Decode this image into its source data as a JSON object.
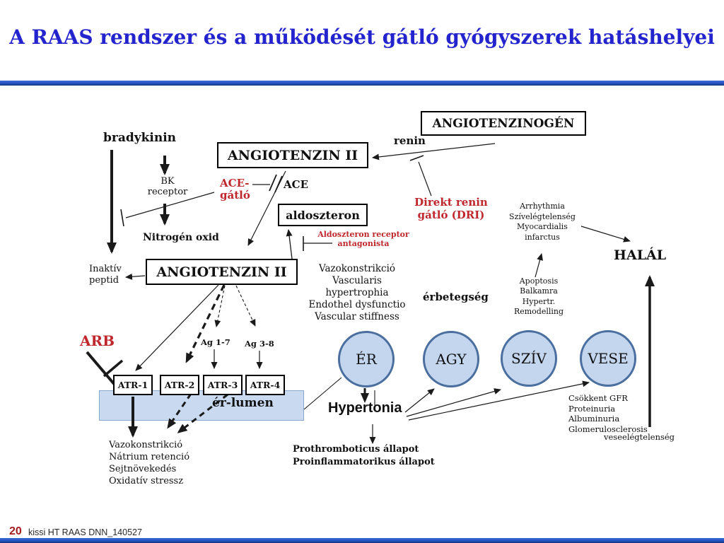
{
  "slide": {
    "title": "A RAAS rendszer és a működését gátló gyógyszerek hatáshelyei",
    "footer_number": "20",
    "footer_text": "kissi HT RAAS DNN_140527"
  },
  "colors": {
    "title_blue": "#2424cf",
    "rule_blue": "#2453c3",
    "drug_red": "#c0272d",
    "footer_red": "#a61c1e",
    "organ_circle_fill": "#c3d6ee",
    "organ_circle_border": "#4a6e9e",
    "vessel_band_fill": "#c9daf0"
  },
  "nodes": {
    "angiotenzinogen": "ANGIOTENZINOGÉN",
    "angiotenzin_top": "ANGIOTENZIN II",
    "angiotenzin_mid": "ANGIOTENZIN II",
    "aldoszteron": "aldoszteron",
    "atr": [
      "ATR-1",
      "ATR-2",
      "ATR-3",
      "ATR-4"
    ],
    "organs": [
      "ÉR",
      "AGY",
      "SZÍV",
      "VESE"
    ]
  },
  "labels": {
    "bradykinin": "bradykinin",
    "bk_receptor": "BK receptor",
    "nitrogen_oxid": "Nitrogén oxid",
    "inaktiv_peptid": "Inaktív peptid",
    "renin": "renin",
    "ace": "ACE",
    "ag17": "Ag 1-7",
    "ag38": "Ag 3-8",
    "er_lumen": "ér-lumen",
    "erbetegseg": "érbetegség",
    "hypertonia": "Hypertonia",
    "halal": "HALÁL"
  },
  "drugs": {
    "ace_inhibitor": "ACE-gátló",
    "arb": "ARB",
    "dri": "Direkt renin gátló (DRI)",
    "aldo_antagonist": "Aldoszteron receptor antagonista"
  },
  "effects": {
    "vascular": [
      "Vazokonstrikció",
      "Vascularis",
      "hypertrophia",
      "Endothel dysfunctio",
      "Vascular stiffness"
    ],
    "cardiac_top": [
      "Arrhythmia",
      "Szívelégtelenség",
      "Myocardialis",
      "infarctus"
    ],
    "cardiac_bottom": [
      "Apoptosis",
      "Balkamra",
      "Hypertr.",
      "Remodelling"
    ],
    "renal": [
      "Csökkent GFR",
      "Proteinuria",
      "Albuminuria",
      "Glomerulosclerosis"
    ],
    "renal_final": "veseelégtelenség",
    "atr1": [
      "Vazokonstrikció",
      "Nátrium retenció",
      "Sejtnövekedés",
      "Oxidatív stressz"
    ],
    "hypertonia": [
      "Prothromboticus állapot",
      "Proinflammatorikus állapot"
    ]
  }
}
